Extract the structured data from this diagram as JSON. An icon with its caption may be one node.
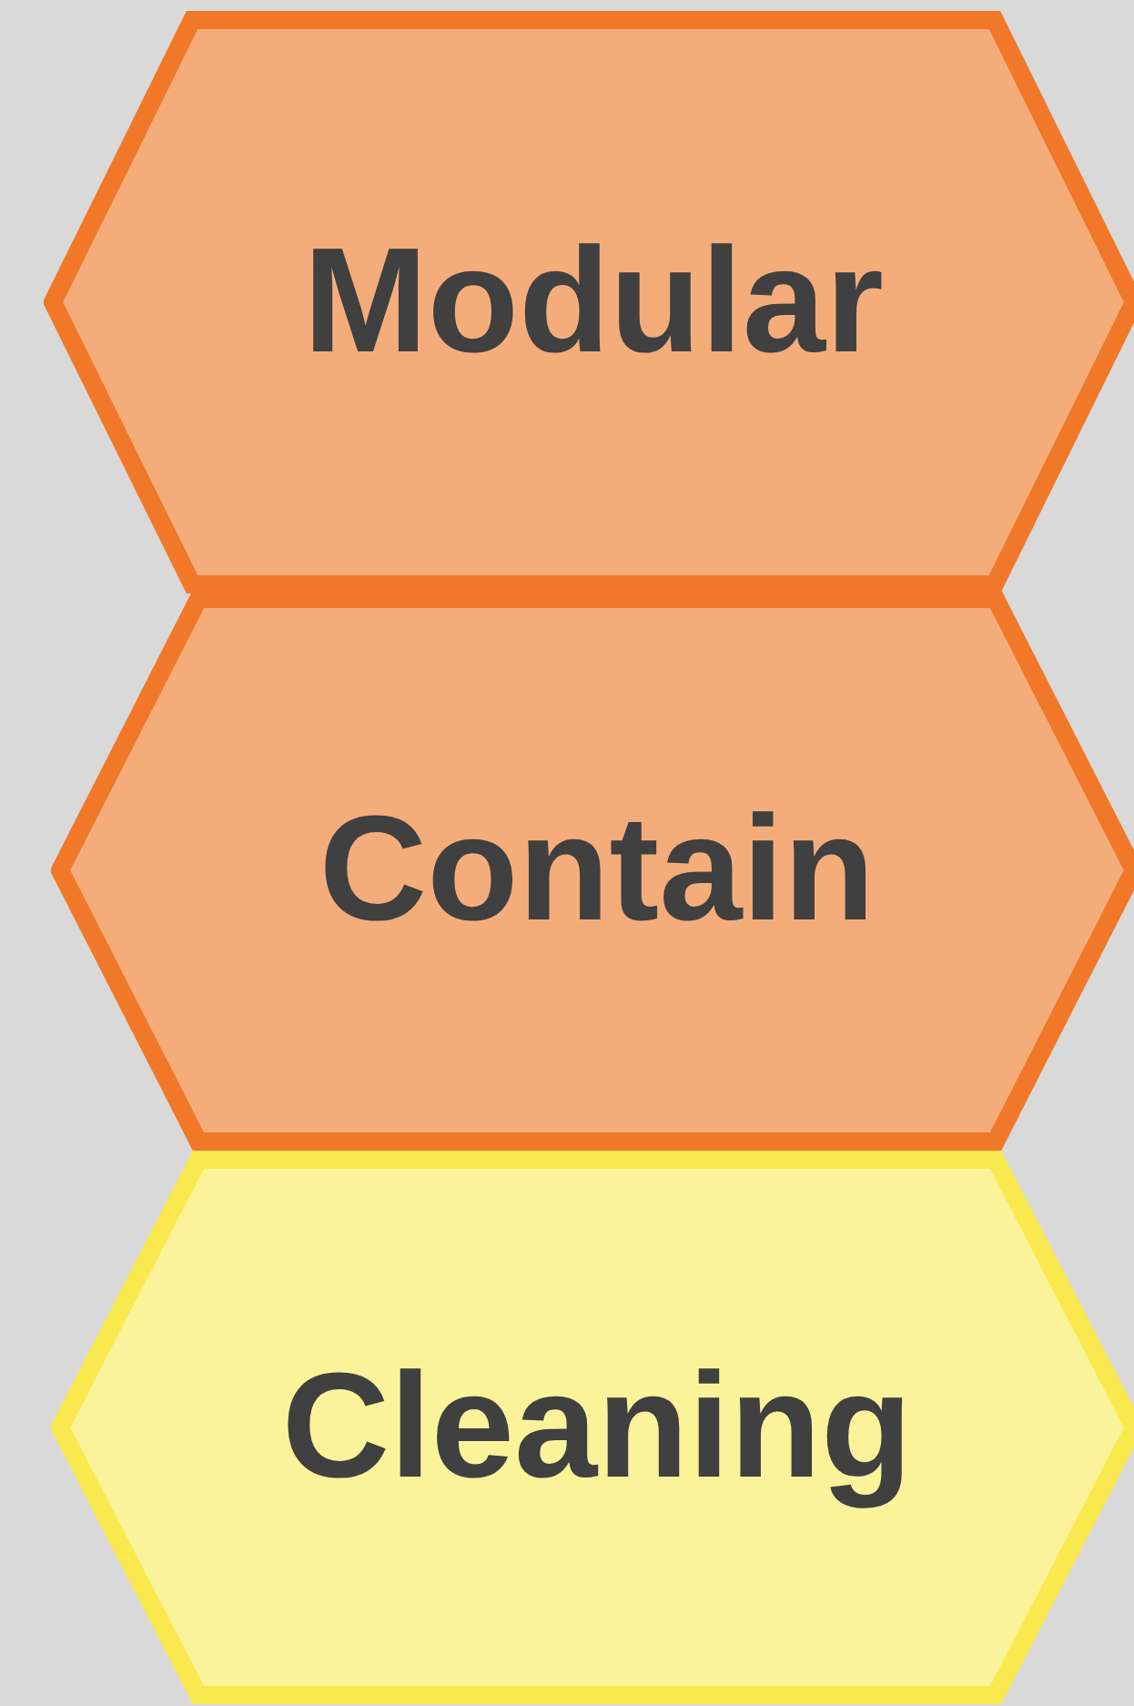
{
  "diagram": {
    "nodes": [
      {
        "text": [
          "Modular"
        ]
      },
      {
        "text": [
          "Contain"
        ]
      },
      {
        "text": [
          "Cleaning"
        ]
      }
    ]
  }
}
